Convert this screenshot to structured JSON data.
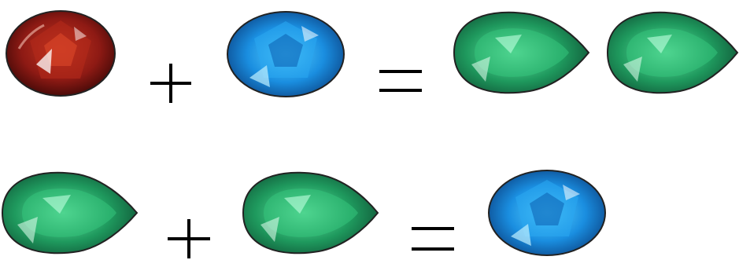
{
  "puzzle": {
    "equations": [
      {
        "left": [
          "red-oval-gem",
          "blue-oval-gem"
        ],
        "operator": "plus",
        "result": [
          "green-pear-gem",
          "green-pear-gem"
        ]
      },
      {
        "left": [
          "green-pear-gem",
          "green-pear-gem"
        ],
        "operator": "plus",
        "result": [
          "blue-oval-gem"
        ]
      }
    ]
  },
  "colors": {
    "red_gem": "#8e1a14",
    "blue_gem": "#1a8ee0",
    "green_gem": "#1f9a5e",
    "symbol": "#000000"
  }
}
